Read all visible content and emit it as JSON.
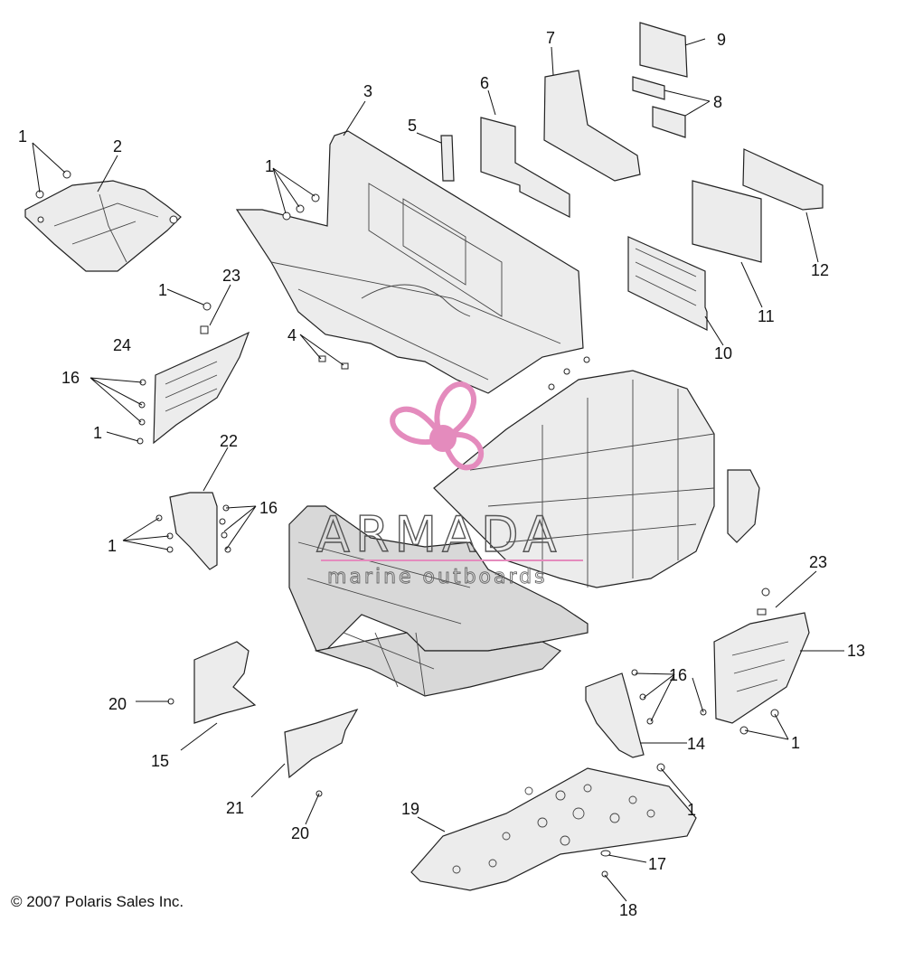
{
  "copyright": "© 2007 Polaris Sales Inc.",
  "watermark": {
    "name": "ARMADA",
    "tagline": "marine outboards",
    "logo_color": "#e48bbd"
  },
  "callouts": [
    "1",
    "2",
    "3",
    "4",
    "5",
    "6",
    "7",
    "8",
    "9",
    "10",
    "11",
    "12",
    "13",
    "14",
    "15",
    "16",
    "17",
    "18",
    "19",
    "20",
    "21",
    "22",
    "23",
    "24"
  ]
}
